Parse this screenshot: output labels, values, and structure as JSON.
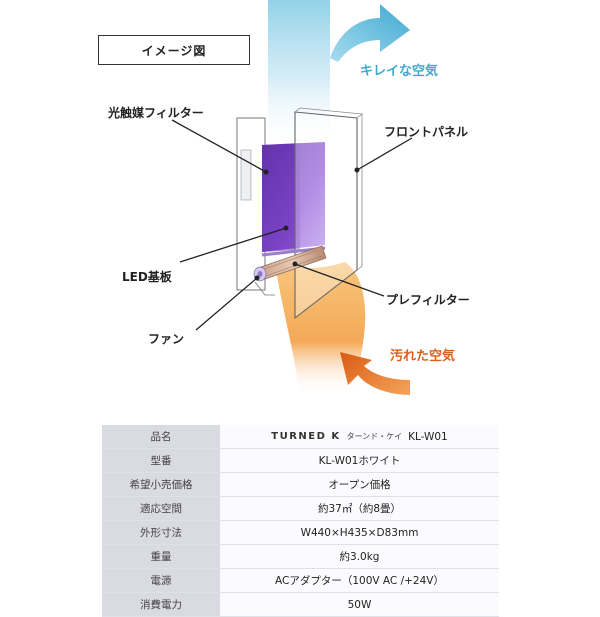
{
  "diagram": {
    "image_label": "イメージ図",
    "clean_air": "キレイな空気",
    "dirty_air": "汚れた空気",
    "callouts": {
      "photocatalyst_filter": "光触媒フィルター",
      "front_panel": "フロントパネル",
      "led_board": "LED基板",
      "pre_filter": "プレフィルター",
      "fan": "ファン"
    },
    "colors": {
      "clean_air_blue": "#5bb8d6",
      "dirty_air_orange": "#e3701f",
      "filter_purple": "#7a3fc4"
    }
  },
  "specs": {
    "brand_logo": "TURNED K",
    "brand_kana": "ターンド・ケイ",
    "model": "KL-W01",
    "rows": [
      {
        "label": "品名",
        "value": ""
      },
      {
        "label": "型番",
        "value": "KL-W01ホワイト"
      },
      {
        "label": "希望小売価格",
        "value": "オープン価格"
      },
      {
        "label": "適応空間",
        "value": "約37㎡（約8畳）"
      },
      {
        "label": "外形寸法",
        "value": "W440×H435×D83mm"
      },
      {
        "label": "重量",
        "value": "約3.0kg"
      },
      {
        "label": "電源",
        "value": "ACアダプター（100V AC /+24V）"
      },
      {
        "label": "消費電力",
        "value": "50W"
      }
    ]
  }
}
